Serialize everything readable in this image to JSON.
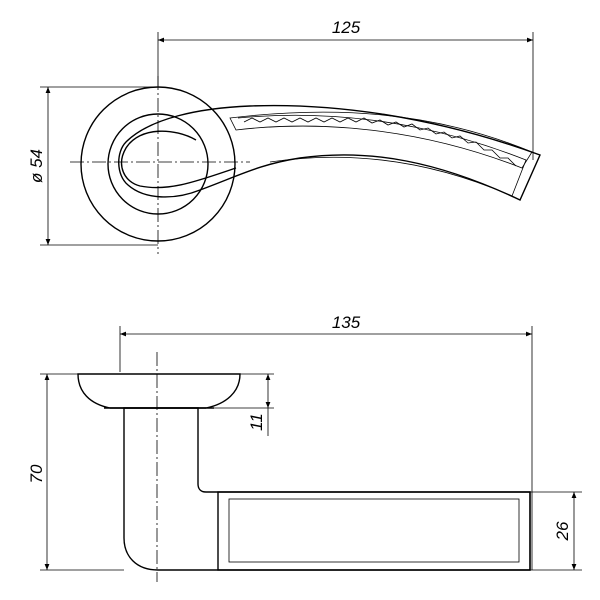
{
  "drawing": {
    "top_view": {
      "dim_length": "125",
      "dim_rose_diameter": "ø 54"
    },
    "side_view": {
      "dim_length": "135",
      "dim_height": "70",
      "dim_rose_thickness": "11",
      "dim_grip_height": "26"
    },
    "colors": {
      "line": "#000000",
      "background": "#ffffff"
    }
  }
}
